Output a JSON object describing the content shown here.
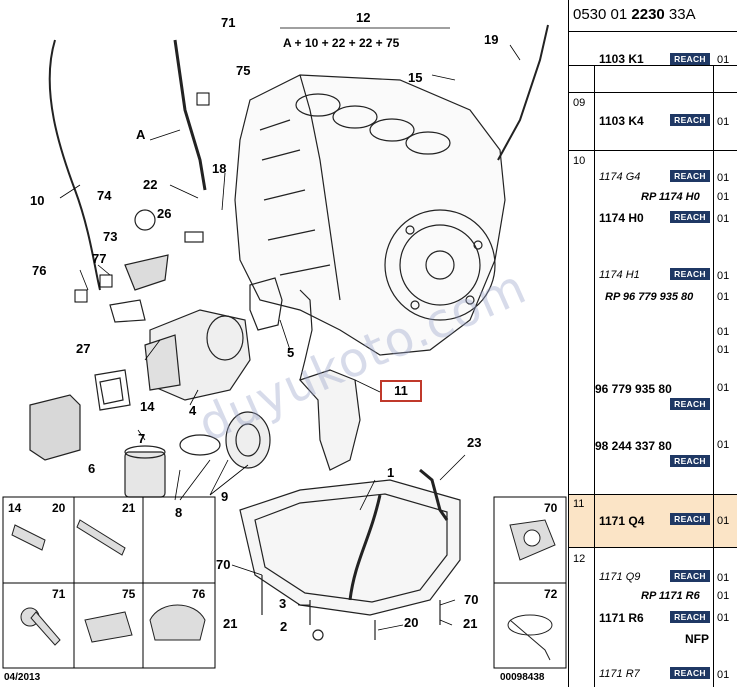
{
  "diagram": {
    "formula_top": "12",
    "formula": "A + 10 + 22 + 22 + 75",
    "highlighted_part": "11",
    "watermark": "duyukoto.com",
    "date": "04/2013",
    "doc_number": "00098438",
    "callouts": {
      "c71": "71",
      "c75": "75",
      "cA": "A",
      "c10": "10",
      "c18": "18",
      "c22": "22",
      "c74": "74",
      "c26": "26",
      "c73": "73",
      "c77": "77",
      "c76": "76",
      "c27": "27",
      "c14": "14",
      "c4": "4",
      "c7": "7",
      "c6": "6",
      "c8": "8",
      "c9": "9",
      "c5": "5",
      "c1": "1",
      "c23": "23",
      "c19": "19",
      "c15": "15",
      "c70a": "70",
      "c3": "3",
      "c2": "2",
      "c21a": "21",
      "c20": "20",
      "c70b": "70",
      "c21b": "21"
    },
    "inset_left": {
      "t14": "14",
      "t20": "20",
      "t21": "21",
      "t71": "71",
      "t75": "75",
      "t76": "76"
    },
    "inset_right": {
      "t70": "70",
      "t72": "72"
    }
  },
  "parts_list": {
    "ref_prefix": "0530 01 ",
    "ref_bold": "2230",
    "ref_suffix": " 33A",
    "reach_label": "REACH",
    "rows": [
      {
        "index": "",
        "part": "1103 K1",
        "qty": "01"
      },
      {
        "index": "09",
        "part": "1103 K4",
        "qty": "01"
      },
      {
        "index": "10",
        "part": ""
      }
    ],
    "row10": {
      "p1": "1174 G4",
      "q1": "01",
      "p2": "RP 1174 H0",
      "q2": "01",
      "p3": "1174 H0",
      "q3": "01",
      "p4": "1174 H1",
      "q4": "01",
      "p5": "RP 96 779 935 80",
      "q5": "01",
      "q6": "01",
      "q7": "01",
      "p8": "96 779 935 80",
      "q8": "01",
      "p9": "98 244 337 80",
      "q9": "01"
    },
    "row11": {
      "index": "11",
      "part": "1171 Q4",
      "qty": "01"
    },
    "row12": {
      "index": "12",
      "p1": "1171 Q9",
      "q1": "01",
      "p2": "RP 1171 R6",
      "q2": "01",
      "p3": "1171 R6",
      "q3": "01",
      "p3b": "NFP",
      "p4": "1171 R7",
      "q4": "01"
    }
  }
}
